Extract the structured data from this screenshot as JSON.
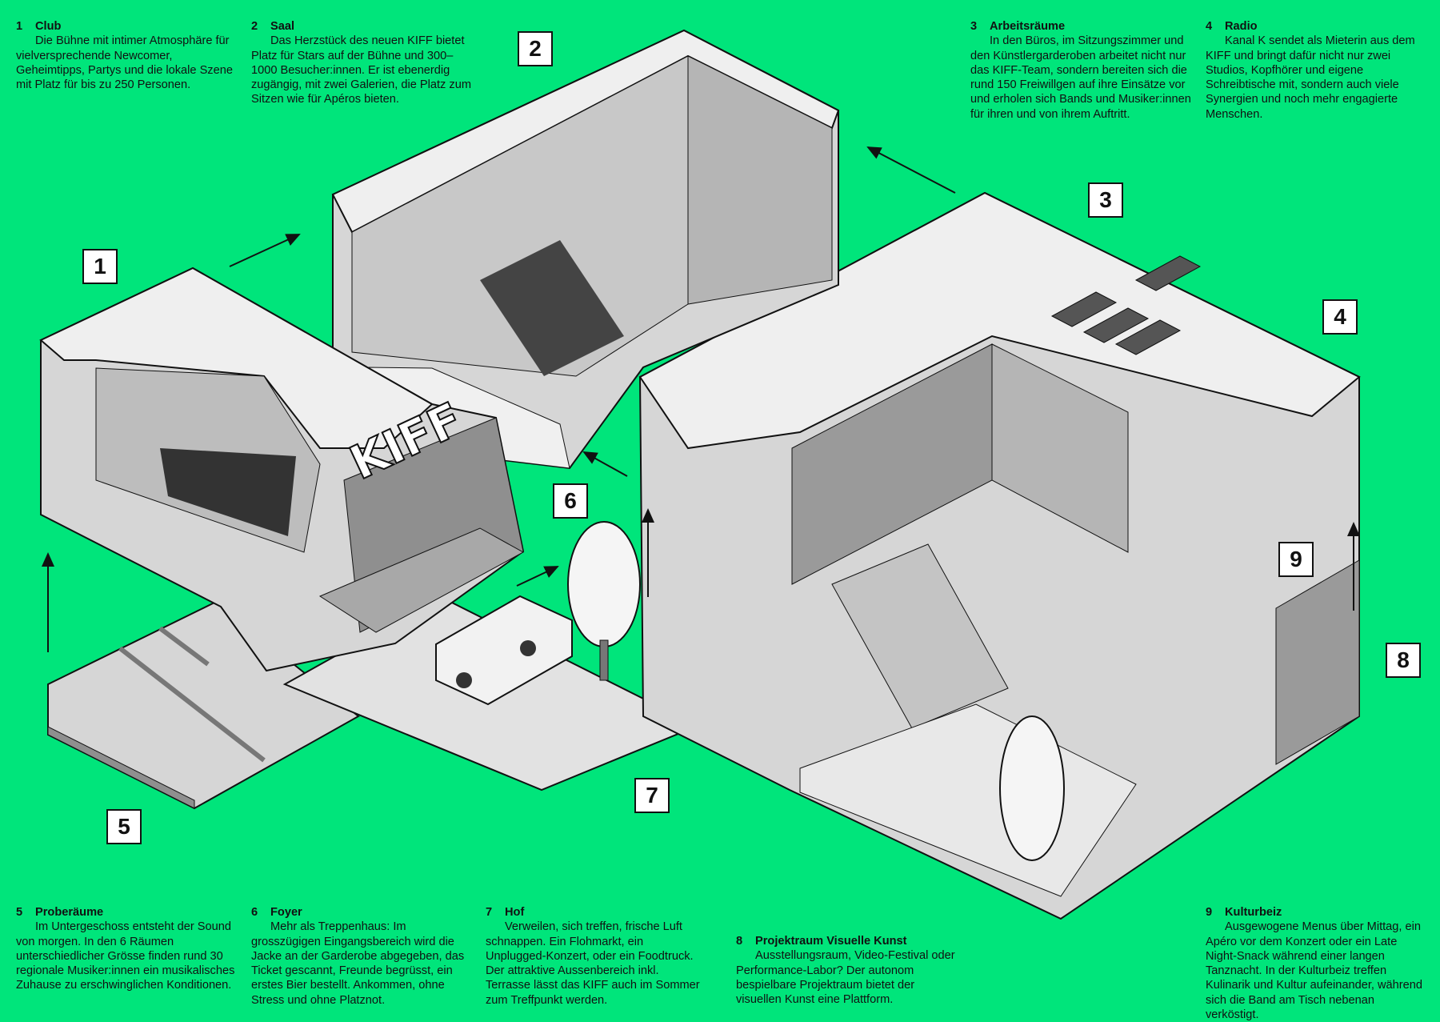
{
  "colors": {
    "background": "#00e57b",
    "roof": "#efefef",
    "wall": "#8f8f8f",
    "interior": "#d6d6d6",
    "ink": "#111111"
  },
  "sign_text": "KIFF",
  "sections": [
    {
      "num": "1",
      "title": "Club",
      "text": "Die Bühne mit intimer Atmosphäre für vielversprechende Newcomer, Geheimtipps, Partys und die lokale Szene mit Platz für bis zu 250 Personen."
    },
    {
      "num": "2",
      "title": "Saal",
      "text": "Das Herzstück des neuen KIFF bietet Platz für Stars auf der Bühne und 300–1000 Besucher:innen. Er ist ebenerdig zugängig, mit zwei Galerien, die Platz zum Sitzen wie für Apéros bieten."
    },
    {
      "num": "3",
      "title": "Arbeitsräume",
      "text": "In den Büros, im Sitzungszimmer und den Künstlergarderoben arbeitet nicht nur das KIFF-Team, sondern bereiten sich die rund 150 Freiwillgen auf ihre Einsätze vor und erholen sich Bands und Musiker:innen für ihren und von ihrem Auftritt."
    },
    {
      "num": "4",
      "title": "Radio",
      "text": "Kanal K sendet als Mieterin aus dem KIFF und bringt dafür nicht nur zwei Studios, Kopfhörer und eigene Schreibtische mit, sondern auch viele Synergien und noch mehr engagierte Menschen."
    },
    {
      "num": "5",
      "title": "Proberäume",
      "text": "Im Untergeschoss entsteht der Sound von morgen. In den 6 Räumen unterschiedlicher Grösse finden rund 30 regionale Musiker:innen ein musikalisches Zuhause zu erschwinglichen Konditionen."
    },
    {
      "num": "6",
      "title": "Foyer",
      "text": "Mehr als Treppenhaus: Im grosszügigen Eingangsbereich wird die Jacke an der Garderobe abgegeben, das Ticket gescannt, Freunde begrüsst, ein erstes Bier bestellt. Ankommen, ohne Stress und ohne Platznot."
    },
    {
      "num": "7",
      "title": "Hof",
      "text": "Verweilen, sich treffen, frische Luft schnappen. Ein Flohmarkt, ein Unplugged-Konzert, oder ein Foodtruck. Der attraktive Aussenbereich inkl. Terrasse lässt das KIFF auch im Sommer zum Treffpunkt werden."
    },
    {
      "num": "8",
      "title": "Projektraum Visuelle Kunst",
      "text": "Ausstellungsraum, Video-Festival oder Performance-Labor? Der autonom bespielbare Projektraum bietet der visuellen Kunst eine Plattform."
    },
    {
      "num": "9",
      "title": "Kulturbeiz",
      "text": "Ausgewogene Menus über Mittag, ein Apéro vor dem Konzert oder ein Late Night-Snack während einer langen Tanznacht. In der Kulturbeiz treffen Kulinarik und Kultur aufeinander, während sich die Band am Tisch nebenan verköstigt."
    }
  ],
  "markers": [
    "1",
    "2",
    "3",
    "4",
    "5",
    "6",
    "7",
    "8",
    "9"
  ]
}
